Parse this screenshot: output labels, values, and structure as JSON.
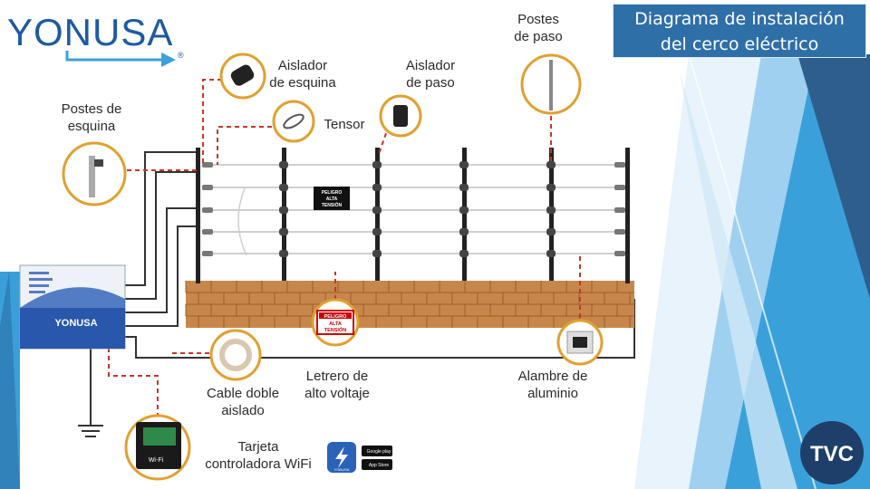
{
  "title": {
    "line1": "Diagrama de instalación",
    "line2": "del cerco eléctrico"
  },
  "brand": {
    "logo_text": "YONUSA",
    "registered": "®",
    "energizer_brand": "YONUSA",
    "app_brand": "YONUSA",
    "tvc": "TVC"
  },
  "labels": {
    "postes_esquina": [
      "Postes de",
      "esquina"
    ],
    "aislador_esquina": [
      "Aislador",
      "de esquina"
    ],
    "tensor": [
      "Tensor"
    ],
    "aislador_paso": [
      "Aislador",
      "de paso"
    ],
    "postes_paso": [
      "Postes",
      "de paso"
    ],
    "cable_doble": [
      "Cable doble",
      "aislado"
    ],
    "letrero": [
      "Letrero de",
      "alto voltaje"
    ],
    "alambre": [
      "Alambre de",
      "aluminio"
    ],
    "tarjeta": [
      "Tarjeta",
      "controladora WiFi"
    ]
  },
  "sign": [
    "PELIGRO",
    "ALTA",
    "TENSIÓN"
  ],
  "wifi_label": "Wi-Fi",
  "stores": {
    "google": "Google play",
    "apple": "App Store"
  },
  "colors": {
    "title_bg": "#2f6fa8",
    "logo_blue": "#1e5aa0",
    "dashed": "#c0392b",
    "circle_border": "#e0a030",
    "brick": "#c8874a",
    "wire": "#d0d0d0"
  }
}
